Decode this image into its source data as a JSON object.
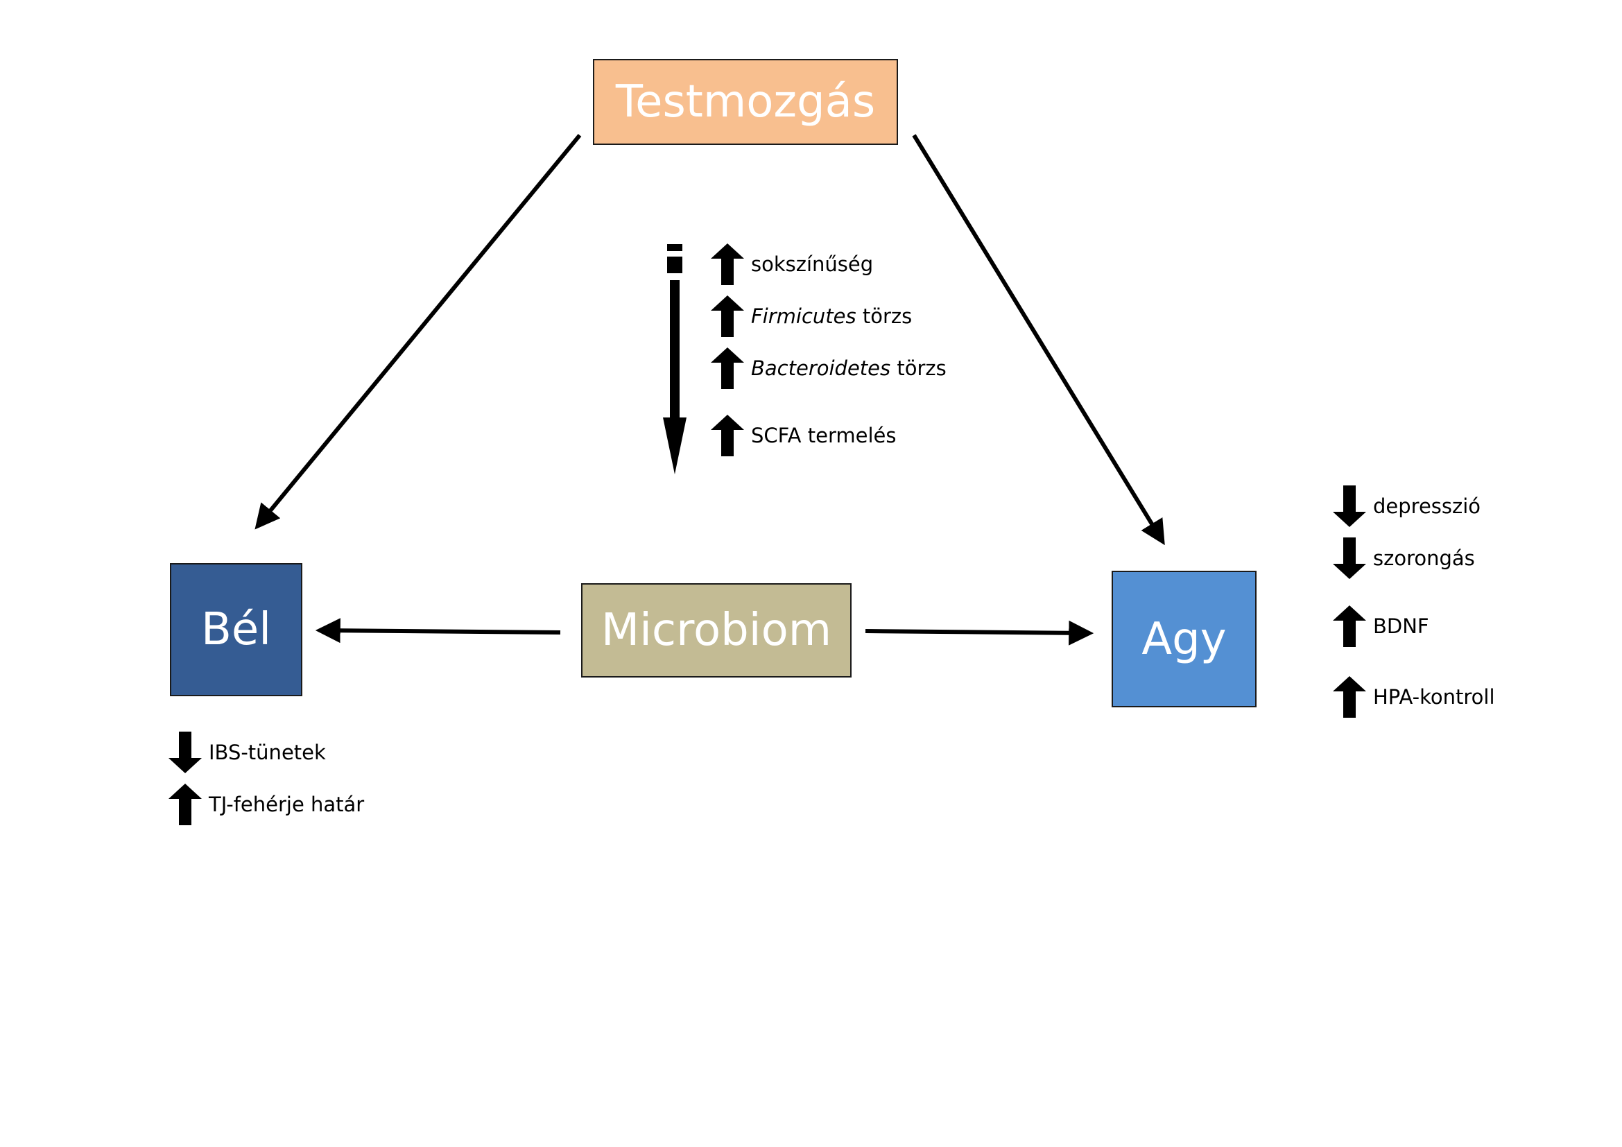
{
  "diagram": {
    "nodes": {
      "testmozgas": "Testmozgás",
      "bel": "Bél",
      "microbiom": "Microbiom",
      "agy": "Agy"
    },
    "microbiome_effects": [
      {
        "direction": "up",
        "italic": "",
        "text": "sokszínűség"
      },
      {
        "direction": "up",
        "italic": "Firmicutes",
        "text": " törzs"
      },
      {
        "direction": "up",
        "italic": "Bacteroidetes",
        "text": " törzs"
      },
      {
        "direction": "up",
        "italic": "",
        "text": "SCFA termelés"
      }
    ],
    "gut_effects": [
      {
        "direction": "down",
        "text": "IBS-tünetek"
      },
      {
        "direction": "up",
        "text": "TJ-fehérje határ"
      }
    ],
    "brain_effects": [
      {
        "direction": "down",
        "text": "depresszió"
      },
      {
        "direction": "down",
        "text": "szorongás"
      },
      {
        "direction": "up",
        "text": "BDNF"
      },
      {
        "direction": "up",
        "text": "HPA-kontroll"
      }
    ],
    "colors": {
      "testmozgas": "#f8bf8f",
      "bel": "#355c93",
      "microbiom": "#c3bb94",
      "agy": "#5490d3",
      "arrows": "#000000"
    }
  }
}
